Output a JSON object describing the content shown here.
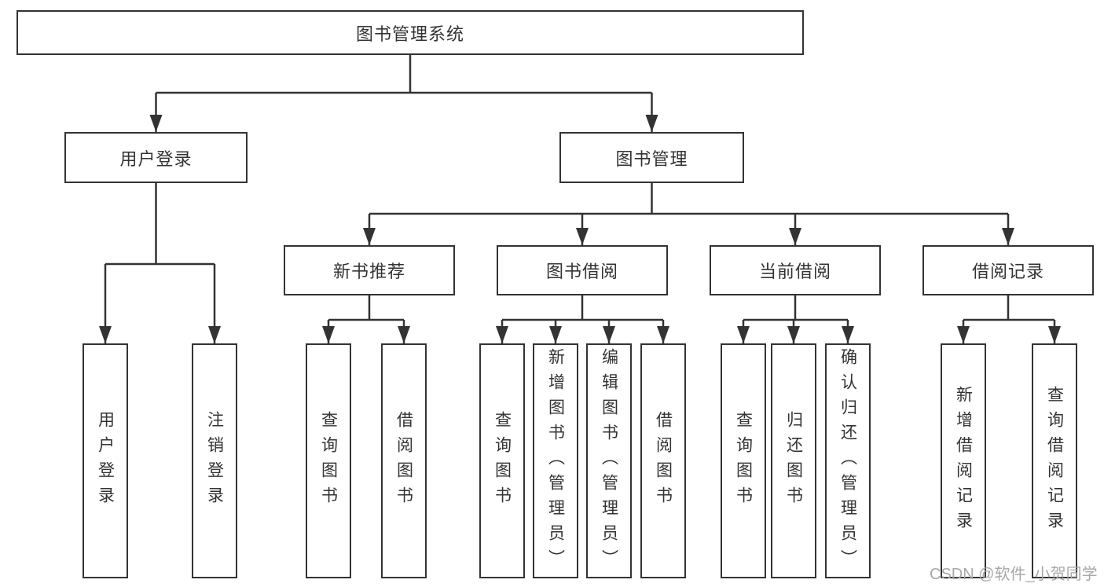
{
  "diagram_type": "hierarchy-tree",
  "colors": {
    "line": "#333333",
    "box_border": "#333333",
    "box_fill": "#ffffff",
    "text": "#333333",
    "watermark": "#a8a8a8",
    "background": "#ffffff"
  },
  "tree": {
    "label": "图书管理系统",
    "children": [
      {
        "label": "用户登录",
        "children": [
          {
            "label": "用户登录"
          },
          {
            "label": "注销登录"
          }
        ]
      },
      {
        "label": "图书管理",
        "children": [
          {
            "label": "新书推荐",
            "children": [
              {
                "label": "查询图书"
              },
              {
                "label": "借阅图书"
              }
            ]
          },
          {
            "label": "图书借阅",
            "children": [
              {
                "label": "查询图书"
              },
              {
                "label": "新增图书（管理员）"
              },
              {
                "label": "编辑图书（管理员）"
              },
              {
                "label": "借阅图书"
              }
            ]
          },
          {
            "label": "当前借阅",
            "children": [
              {
                "label": "查询图书"
              },
              {
                "label": "归还图书"
              },
              {
                "label": "确认归还（管理员）"
              }
            ]
          },
          {
            "label": "借阅记录",
            "children": [
              {
                "label": "新增借阅记录"
              },
              {
                "label": "查询借阅记录"
              }
            ]
          }
        ]
      }
    ]
  },
  "watermark": {
    "text": "CSDN @软件_小贺同学"
  }
}
